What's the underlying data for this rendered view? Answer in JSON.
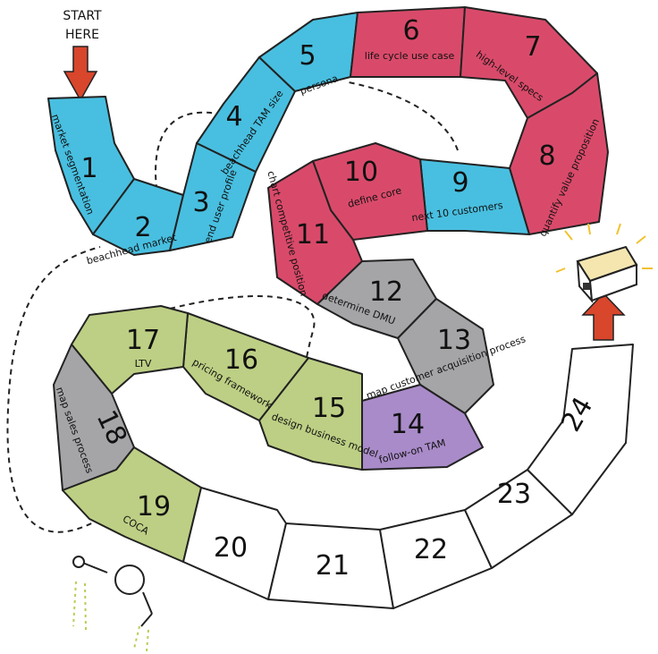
{
  "start_label_line1": "START",
  "start_label_line2": "HERE",
  "colors": {
    "blue": "#48bfe0",
    "red": "#d94a6a",
    "gray": "#a5a5a8",
    "green": "#bdcf84",
    "purple": "#a98bc9",
    "white": "#ffffff",
    "arrow": "#d8462c"
  },
  "steps": [
    {
      "num": "1",
      "label": "market segmentation",
      "color": "blue"
    },
    {
      "num": "2",
      "label": "beachhead market",
      "color": "blue"
    },
    {
      "num": "3",
      "label": "end user profile",
      "color": "blue"
    },
    {
      "num": "4",
      "label": "beachhead TAM size",
      "color": "blue"
    },
    {
      "num": "5",
      "label": "persona",
      "color": "blue"
    },
    {
      "num": "6",
      "label": "life cycle use case",
      "color": "red"
    },
    {
      "num": "7",
      "label": "high-level specs",
      "color": "red"
    },
    {
      "num": "8",
      "label": "quantify value proposition",
      "color": "red"
    },
    {
      "num": "9",
      "label": "next 10 customers",
      "color": "blue"
    },
    {
      "num": "10",
      "label": "define core",
      "color": "red"
    },
    {
      "num": "11",
      "label": "chart competitive position",
      "color": "red"
    },
    {
      "num": "12",
      "label": "determine DMU",
      "color": "gray"
    },
    {
      "num": "13",
      "label": "map customer acquisition process",
      "color": "gray"
    },
    {
      "num": "14",
      "label": "follow-on TAM",
      "color": "purple"
    },
    {
      "num": "15",
      "label": "design business model",
      "color": "green"
    },
    {
      "num": "16",
      "label": "pricing framework",
      "color": "green"
    },
    {
      "num": "17",
      "label": "LTV",
      "color": "green"
    },
    {
      "num": "18",
      "label": "map sales process",
      "color": "gray"
    },
    {
      "num": "19",
      "label": "COCA",
      "color": "green"
    },
    {
      "num": "20",
      "label": "",
      "color": "white"
    },
    {
      "num": "21",
      "label": "",
      "color": "white"
    },
    {
      "num": "22",
      "label": "",
      "color": "white"
    },
    {
      "num": "23",
      "label": "",
      "color": "white"
    },
    {
      "num": "24",
      "label": "",
      "color": "white"
    }
  ]
}
